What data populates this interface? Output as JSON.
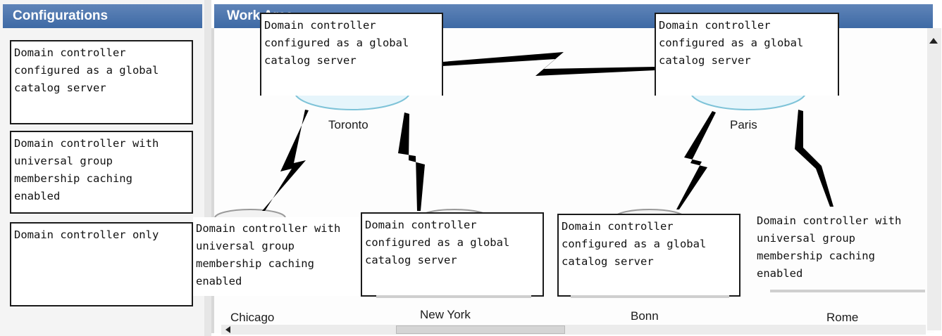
{
  "configurations_panel": {
    "title": "Configurations",
    "items": [
      {
        "label": "Domain controller\nconfigured as a global\ncatalog server"
      },
      {
        "label": "Domain controller with\nuniversal group\nmembership caching\nenabled"
      },
      {
        "label": "Domain controller only"
      }
    ]
  },
  "work_area": {
    "title": "Work Area",
    "sites": [
      {
        "name": "Toronto",
        "assigned": "Domain controller\nconfigured as a global\ncatalog server"
      },
      {
        "name": "Paris",
        "assigned": "Domain controller\nconfigured as a global\ncatalog server"
      },
      {
        "name": "Chicago",
        "assigned": "Domain controller with\nuniversal group\nmembership caching\nenabled"
      },
      {
        "name": "New York",
        "assigned": "Domain controller\nconfigured as a global\ncatalog server"
      },
      {
        "name": "Bonn",
        "assigned": "Domain controller\nconfigured as a global\ncatalog server"
      },
      {
        "name": "Rome",
        "assigned": "Domain controller with\nuniversal group\nmembership caching\nenabled"
      }
    ]
  },
  "colors": {
    "header": "#4a74ad",
    "box_border": "#1a1a1a",
    "wan_link": "#000000"
  },
  "icons": [
    "wan-link-icon",
    "scroll-up-arrow-icon",
    "scroll-left-arrow-icon"
  ]
}
